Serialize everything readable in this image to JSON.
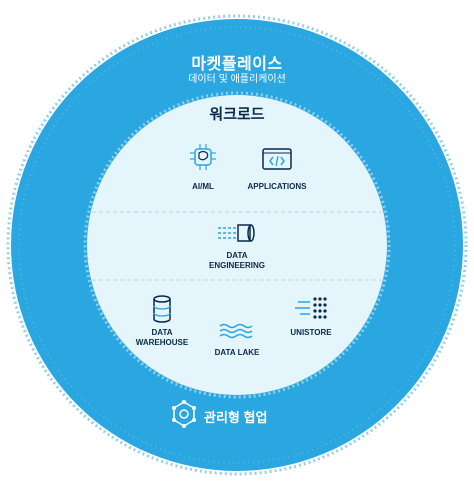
{
  "outer_ring": {
    "title": "마켓플레이스",
    "subtitle": "데이터 및 애플리케이션",
    "footer": "관리형 협업"
  },
  "inner": {
    "title": "워크로드"
  },
  "workloads": {
    "ai_ml": "AI/ML",
    "applications": "APPLICATIONS",
    "data_engineering_1": "DATA",
    "data_engineering_2": "ENGINEERING",
    "data_warehouse_1": "DATA",
    "data_warehouse_2": "WAREHOUSE",
    "data_lake": "DATA LAKE",
    "unistore": "UNISTORE"
  },
  "colors": {
    "ring_blue": "#2aa6e1",
    "inner_fill": "#e4f5fc",
    "accent": "#2aa6e1",
    "text_dark": "#0b2a4a"
  },
  "icons": {
    "ai_ml": "brain-chip-icon",
    "applications": "code-brackets-icon",
    "data_engineering": "data-pipe-icon",
    "data_warehouse": "database-stack-icon",
    "data_lake": "waves-icon",
    "unistore": "dot-grid-icon",
    "managed_collab": "network-hexagon-icon"
  }
}
